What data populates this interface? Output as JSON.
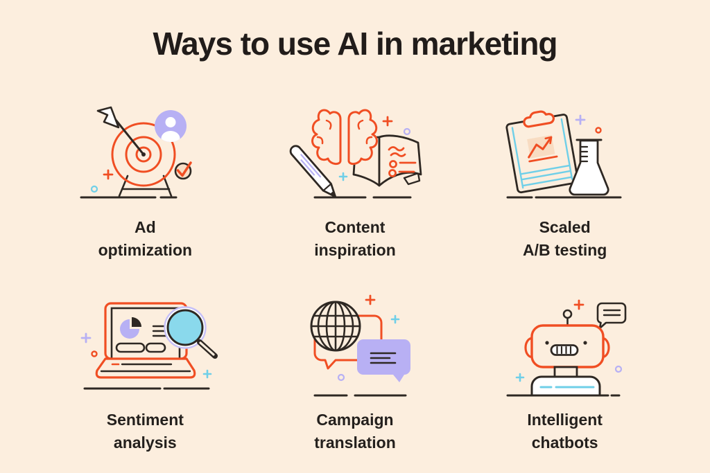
{
  "title": "Ways to use AI in marketing",
  "colors": {
    "background": "#FCEEDE",
    "accent_orange": "#F04E23",
    "accent_purple": "#B7B0F4",
    "accent_cyan": "#6FCFE8",
    "accent_peach_fill": "#F8DEC4",
    "ink": "#2E2823"
  },
  "features": [
    {
      "icon": "target-arrow-icon",
      "label": "Ad optimization",
      "lines": [
        "Ad",
        "optimization"
      ]
    },
    {
      "icon": "brain-pencil-book-icon",
      "label": "Content inspiration",
      "lines": [
        "Content",
        "inspiration"
      ]
    },
    {
      "icon": "clipboard-flask-icon",
      "label": "Scaled A/B testing",
      "lines": [
        "Scaled",
        "A/B testing"
      ]
    },
    {
      "icon": "laptop-magnifier-icon",
      "label": "Sentiment analysis",
      "lines": [
        "Sentiment",
        "analysis"
      ]
    },
    {
      "icon": "globe-chat-icon",
      "label": "Campaign translation",
      "lines": [
        "Campaign",
        "translation"
      ]
    },
    {
      "icon": "robot-icon",
      "label": "Intelligent chatbots",
      "lines": [
        "Intelligent",
        "chatbots"
      ]
    }
  ]
}
